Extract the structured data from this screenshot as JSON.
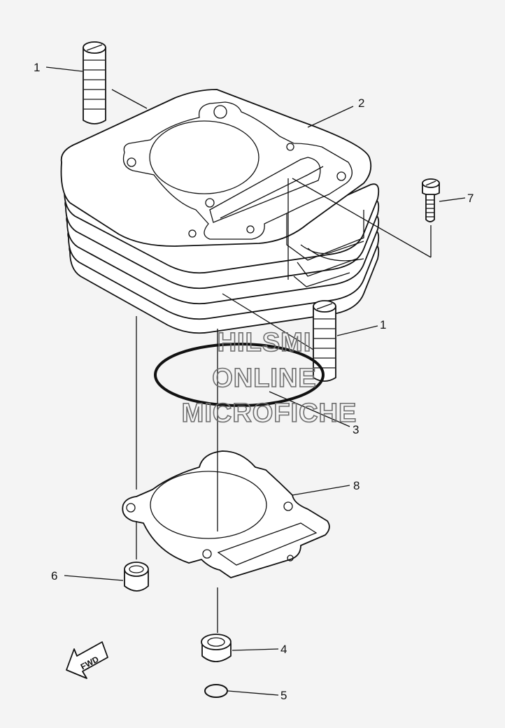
{
  "callouts": {
    "c1a": "1",
    "c2": "2",
    "c7": "7",
    "c1b": "1",
    "c3": "3",
    "c8": "8",
    "c6": "6",
    "c4": "4",
    "c5": "5"
  },
  "watermark": {
    "line1": "HILSMI",
    "line2": "ONLINE",
    "line3": "MICROFICHE"
  },
  "fwd_label": "FWD",
  "colors": {
    "background": "#f4f4f4",
    "line": "#111111",
    "watermark": "#6e6e6e"
  }
}
